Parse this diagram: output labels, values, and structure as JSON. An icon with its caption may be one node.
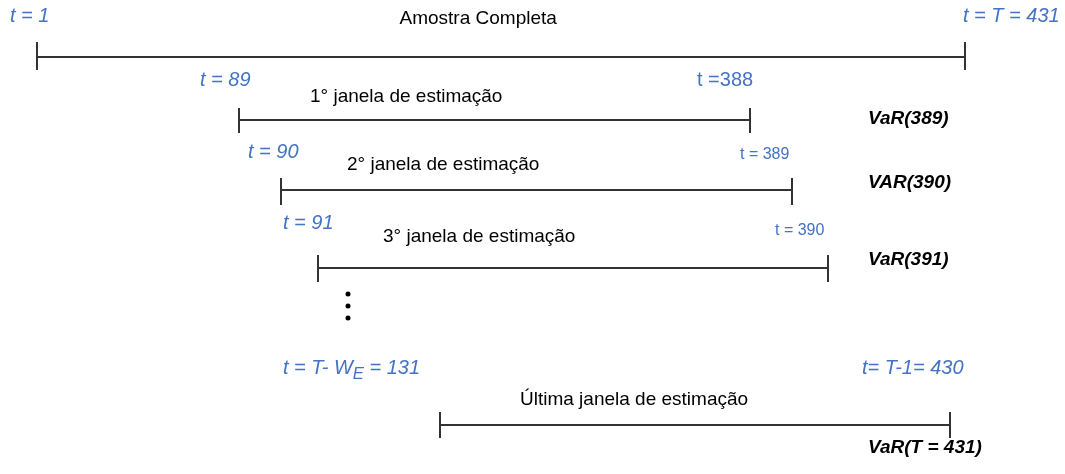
{
  "diagram": {
    "labels": [
      "t = 1",
      "Amostra Completa",
      "t = T = 431",
      "t = 89",
      "t =388",
      "1° janela de estimação",
      "VaR(389)",
      "t = 90",
      "2° janela de estimação",
      "t = 389",
      "VAR(390)",
      "t = 91",
      "3° janela de estimação",
      "t = 390",
      "VaR(391)",
      "t = T- W$_{E}$ = 131",
      "t= T-1= 430",
      "Última janela de estimação",
      "VaR(T = 431)"
    ]
  }
}
